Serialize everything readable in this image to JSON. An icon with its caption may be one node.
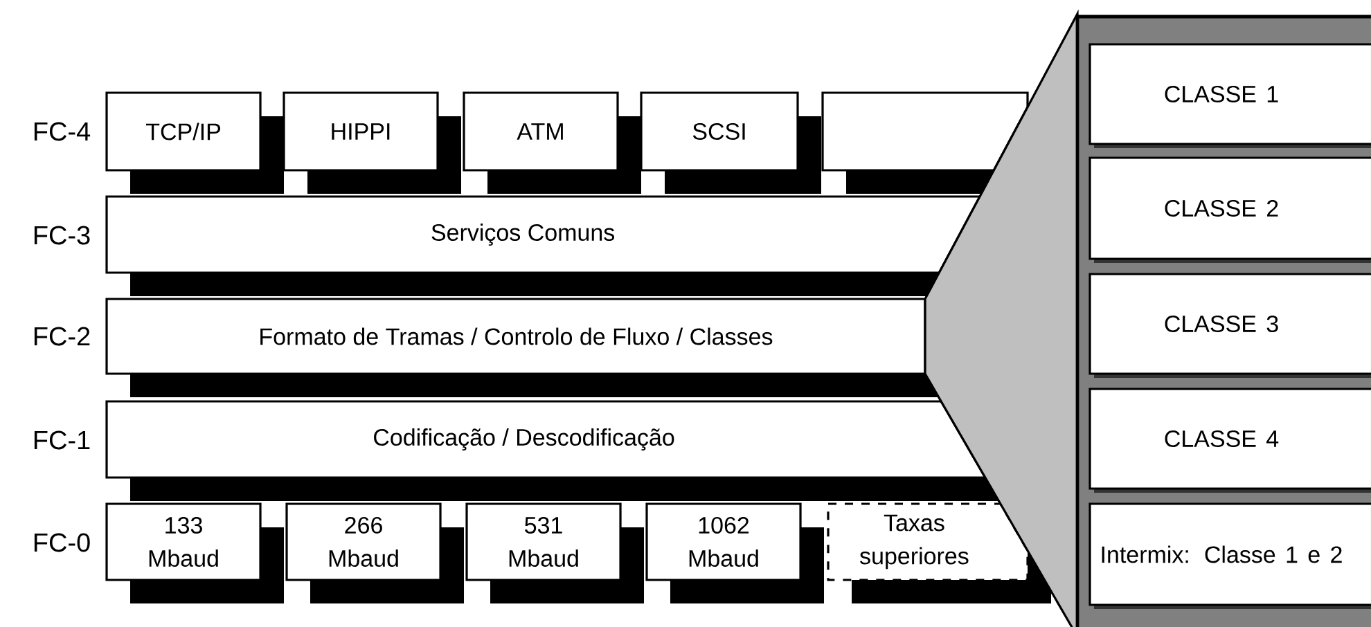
{
  "diagram": {
    "nodes": [
      {
        "text": [
          "TCP/IP"
        ]
      },
      {
        "text": [
          "HIPPI"
        ]
      },
      {
        "text": [
          "ATM"
        ]
      },
      {
        "text": [
          "SCSI"
        ]
      },
      {
        "text": [],
        "shape": "box"
      },
      {
        "text": [
          "Serviços Comuns"
        ]
      },
      {
        "text": [
          "Formato de Tramas / Controlo de Fluxo / Classes"
        ]
      },
      {
        "text": [
          "Codificação / Descodificação"
        ]
      },
      {
        "text": [
          "133 Mbaud"
        ]
      },
      {
        "text": [
          "266 Mbaud"
        ]
      },
      {
        "text": [
          "531 Mbaud"
        ]
      },
      {
        "text": [
          "1062 Mbaud"
        ]
      },
      {
        "text": [
          "Taxas superiores"
        ]
      },
      {
        "text": [],
        "shape": "box"
      },
      {
        "text": [
          "CLASSE 1"
        ],
        "in": 13
      },
      {
        "text": [
          "CLASSE 2"
        ],
        "in": 13
      },
      {
        "text": [
          "CLASSE 3"
        ],
        "in": 13
      },
      {
        "text": [
          "CLASSE 4"
        ],
        "in": 13
      },
      {
        "text": [
          "Intermix: Classe 1 e 2"
        ],
        "in": 13
      }
    ],
    "labels": [
      "FC-4",
      "FC-3",
      "FC-2",
      "FC-1",
      "FC-0"
    ]
  }
}
